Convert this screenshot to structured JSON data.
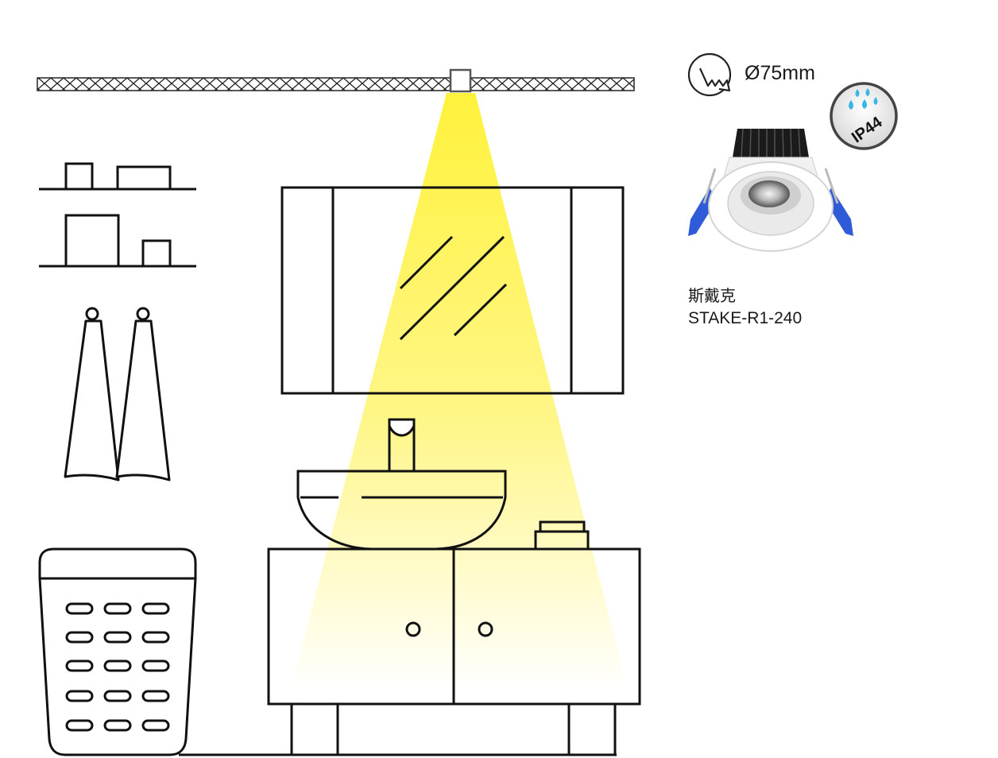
{
  "spec": {
    "cutout_label": "Ø75mm",
    "ip_rating": "IP44",
    "cutout_icon": "cutout-saw-icon",
    "water_icon": "water-drops-icon"
  },
  "product": {
    "name_cn": "斯戴克",
    "model": "STAKE-R1-240"
  },
  "colors": {
    "light_beam": "#fff23c",
    "line": "#111111",
    "ip_drops": "#39b6e6",
    "clip_blue": "#2f5bd8"
  }
}
